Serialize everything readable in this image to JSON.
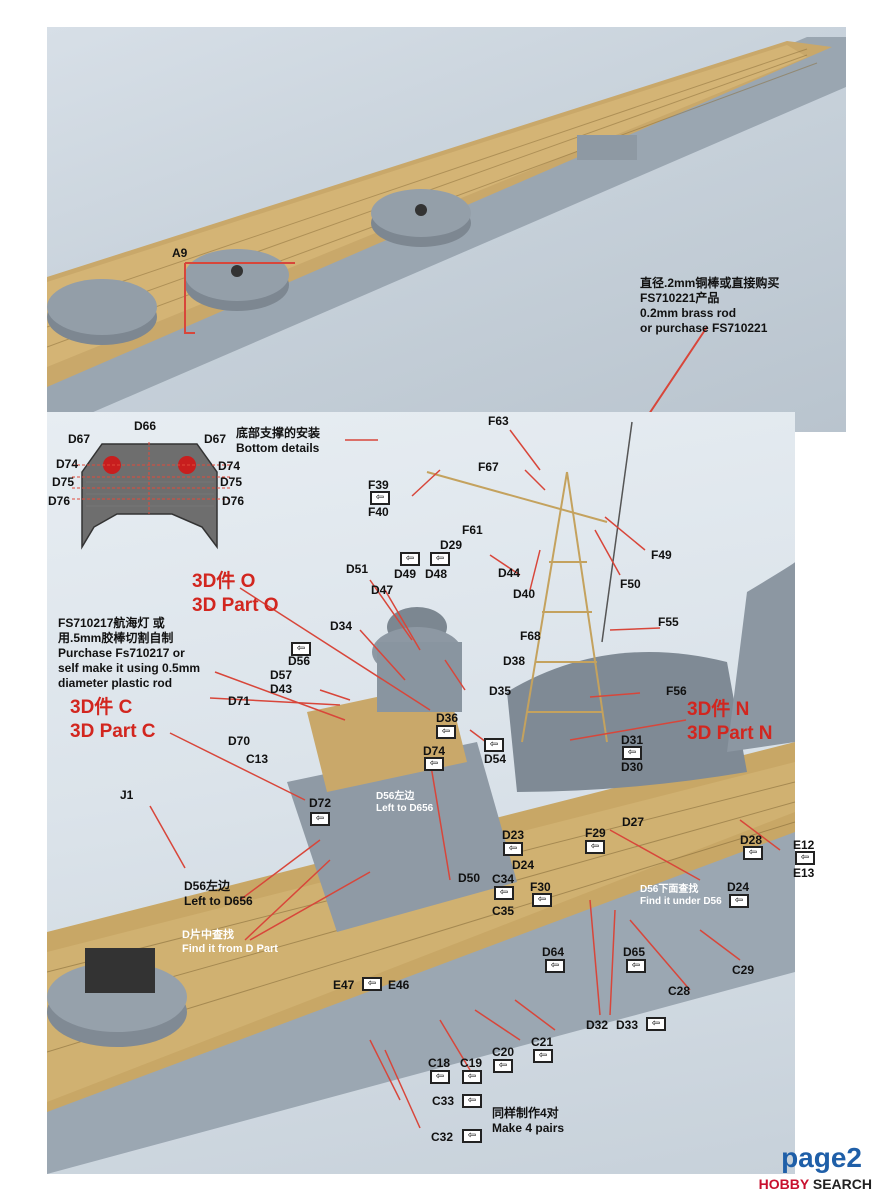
{
  "top_notes": {
    "brass_rod_cn": "直径.2mm铜棒或直接购买",
    "brass_rod_cn2": "FS710221产品",
    "brass_rod_en1": "0.2mm brass rod",
    "brass_rod_en2": "or purchase FS710221",
    "a9": "A9"
  },
  "bottom_detail": {
    "title_cn": "底部支撑的安装",
    "title_en": "Bottom details",
    "labels": [
      "D66",
      "D67",
      "D67",
      "D74",
      "D74",
      "D75",
      "D75",
      "D76",
      "D76"
    ]
  },
  "parts_3d": {
    "o_cn": "3D件 O",
    "o_en": "3D Part O",
    "c_cn": "3D件 C",
    "c_en": "3D Part C",
    "n_cn": "3D件 N",
    "n_en": "3D Part N"
  },
  "nav_light_note": {
    "l1": "FS710217航海灯 或",
    "l2": "用.5mm胶棒切割自制",
    "l3": "Purchase Fs710217 or",
    "l4": "self make it using 0.5mm",
    "l5": "diameter plastic rod"
  },
  "notes": {
    "d56_left_cn": "D56左边",
    "d56_left_en": "Left to D656",
    "d56_left_cn_w": "D56左边",
    "d56_left_en_w": "Left to D656",
    "find_d_cn": "D片中查找",
    "find_d_en": "Find it from D Part",
    "under_d56_cn": "D56下面查找",
    "under_d56_en": "Find it under D56",
    "make4_cn": "同样制作4对",
    "make4_en": "Make 4 pairs"
  },
  "part_labels": {
    "F63": "F63",
    "F67": "F67",
    "F39": "F39",
    "F40": "F40",
    "F61": "F61",
    "F49": "F49",
    "F50": "F50",
    "D29": "D29",
    "D44": "D44",
    "D40": "D40",
    "D49": "D49",
    "D48": "D48",
    "D51": "D51",
    "D47": "D47",
    "D34": "D34",
    "F68": "F68",
    "F55": "F55",
    "D38": "D38",
    "D56": "D56",
    "D57": "D57",
    "D43": "D43",
    "D35": "D35",
    "F56": "F56",
    "D71": "D71",
    "D36": "D36",
    "D70": "D70",
    "D74": "D74",
    "D54": "D54",
    "D31": "D31",
    "D30": "D30",
    "C13": "C13",
    "J1": "J1",
    "D72": "D72",
    "F29": "F29",
    "D27": "D27",
    "D28": "D28",
    "E12": "E12",
    "E13": "E13",
    "D23": "D23",
    "D24a": "D24",
    "D50": "D50",
    "C34": "C34",
    "C35": "C35",
    "F30": "F30",
    "D24b": "D24",
    "D64": "D64",
    "D65": "D65",
    "C28": "C28",
    "C29": "C29",
    "E47": "E47",
    "E46": "E46",
    "D32": "D32",
    "D33": "D33",
    "C21": "C21",
    "C20": "C20",
    "C19": "C19",
    "C18": "C18",
    "C33": "C33",
    "C32": "C32"
  },
  "page": "page2",
  "watermark": {
    "brand": "HOBBY",
    "rest": " SEARCH"
  }
}
